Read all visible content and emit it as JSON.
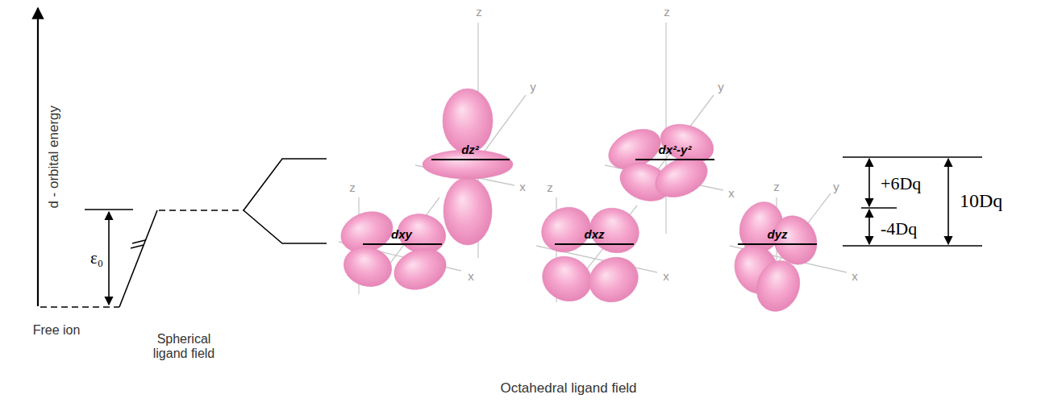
{
  "diagram": {
    "labels": [
      "d - orbital energy",
      "ε₀",
      "Free ion",
      "Spherical ligand field",
      "Octahedral ligand field",
      "dxy",
      "dz²",
      "dxz",
      "dx²-y²",
      "dyz",
      "+6Dq",
      "-4Dq",
      "10Dq",
      "z",
      "x",
      "z",
      "y",
      "x",
      "z",
      "x",
      "z",
      "y",
      "x",
      "z",
      "y",
      "x"
    ]
  }
}
